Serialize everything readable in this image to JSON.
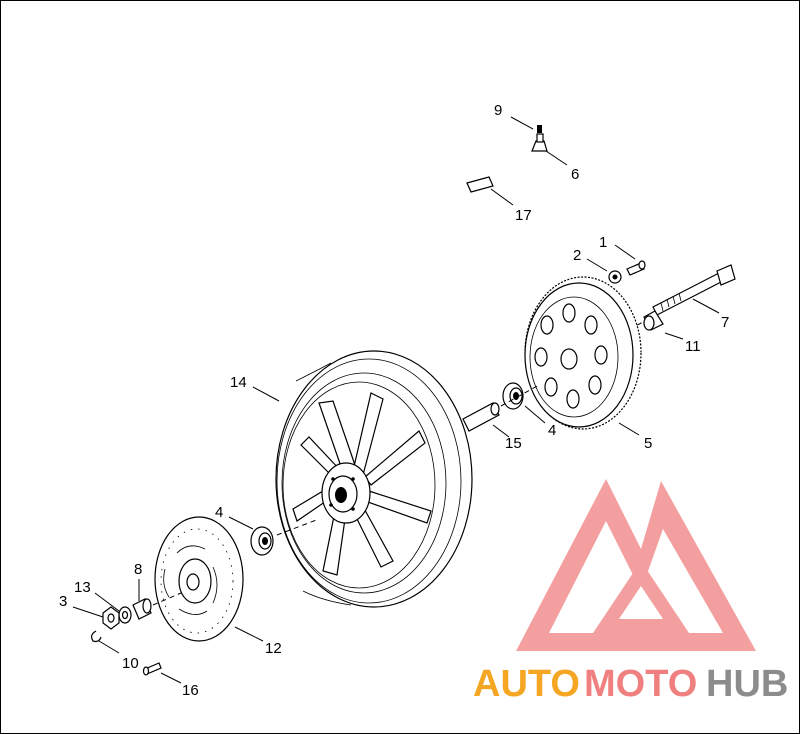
{
  "callouts": {
    "c1": "1",
    "c2": "2",
    "c3": "3",
    "c4a": "4",
    "c4b": "4",
    "c5": "5",
    "c6": "6",
    "c7": "7",
    "c8": "8",
    "c9": "9",
    "c10": "10",
    "c11": "11",
    "c12": "12",
    "c13": "13",
    "c14": "14",
    "c15": "15",
    "c16": "16",
    "c17": "17"
  },
  "watermark": {
    "part1": "AUTO",
    "part2": "MOTO",
    "part3": "HUB",
    "colors": {
      "orange": "#f5a623",
      "red": "#f08080",
      "gray": "#8c8c8c"
    }
  }
}
